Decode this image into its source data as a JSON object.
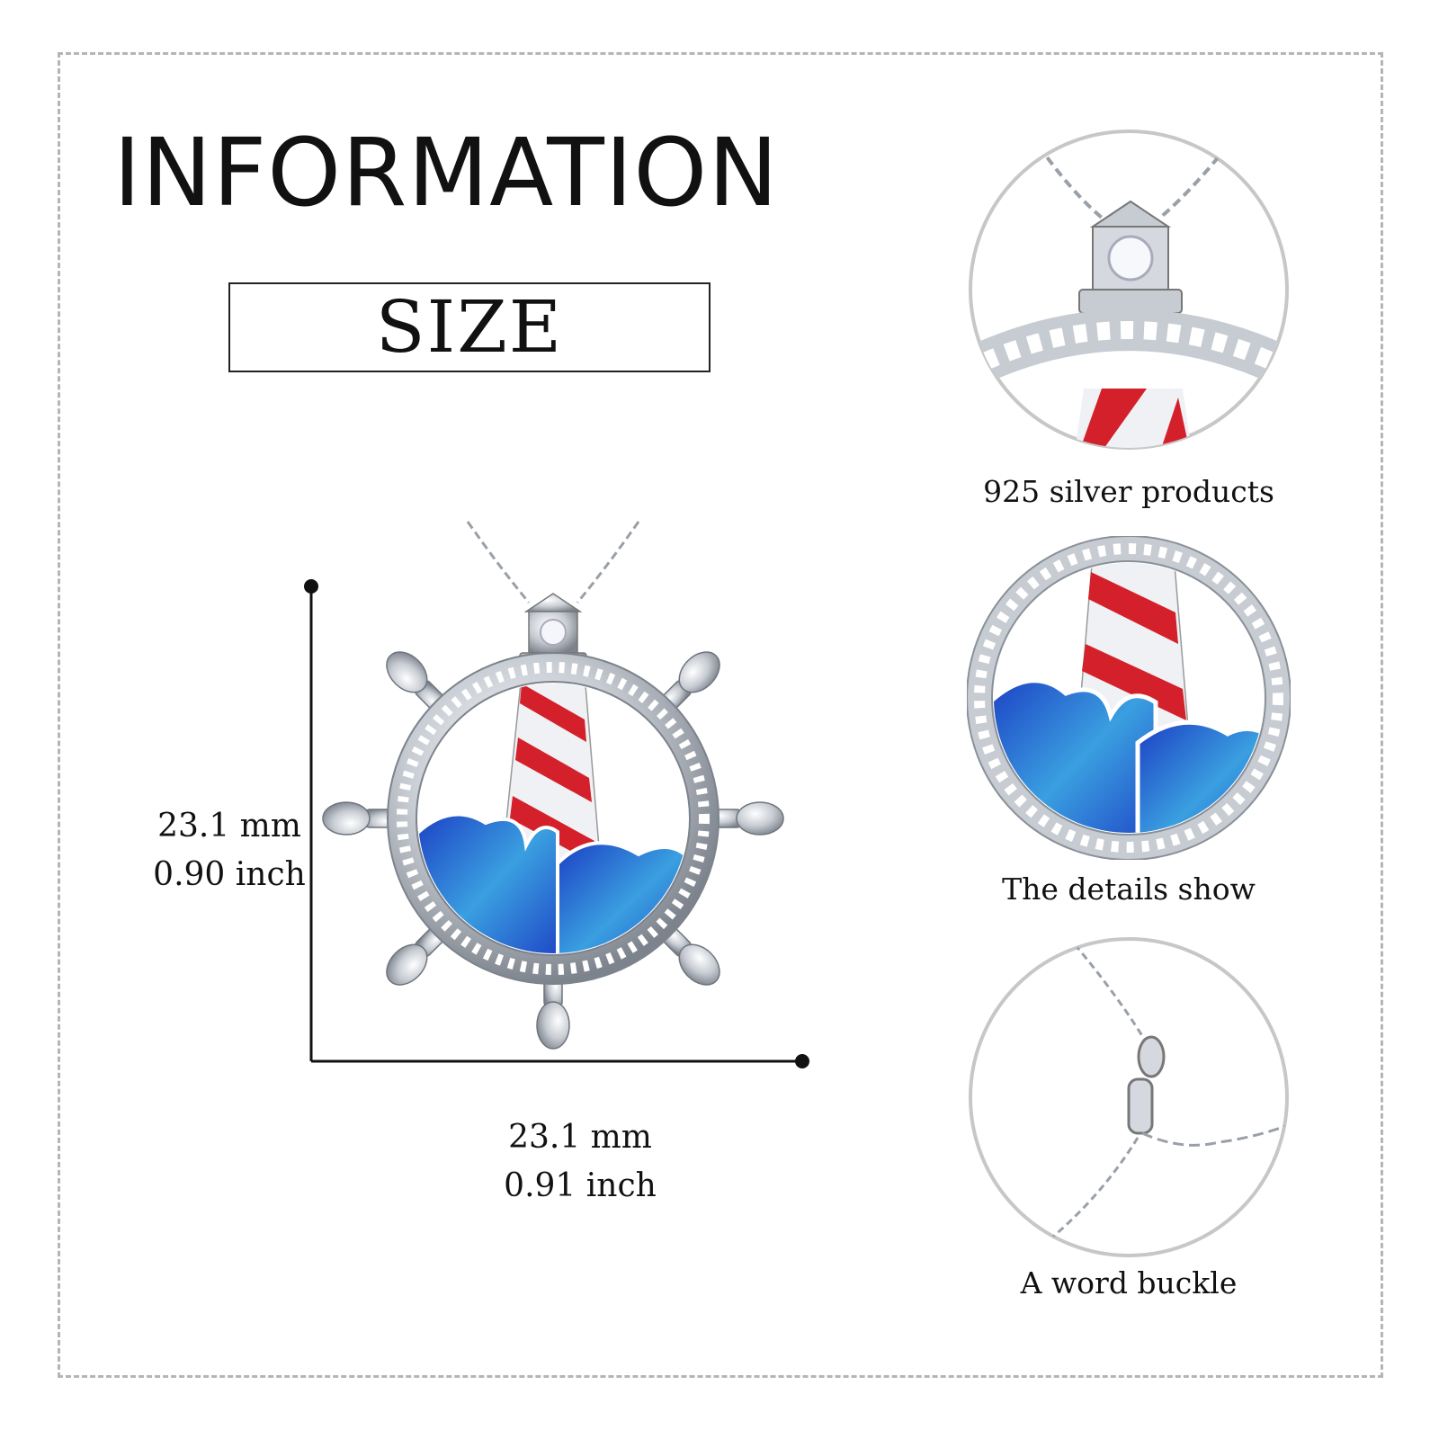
{
  "heading": "INFORMATION",
  "size_label": "SIZE",
  "dimensions": {
    "height_mm": "23.1 mm",
    "height_inch": "0.90 inch",
    "width_mm": "23.1 mm",
    "width_inch": "0.91 inch"
  },
  "details": [
    {
      "caption": "925 silver products",
      "icon": "lighthouse-top-closeup"
    },
    {
      "caption": "The details show",
      "icon": "lighthouse-waves-closeup"
    },
    {
      "caption": "A word buckle",
      "icon": "chain-clasp-closeup"
    }
  ],
  "colors": {
    "enamel_red": "#d4202a",
    "enamel_blue": "#1c3fc4",
    "enamel_light_blue": "#3a9fe0",
    "silver": "#c8ccd2",
    "frame_dash": "#b5b5b5"
  }
}
